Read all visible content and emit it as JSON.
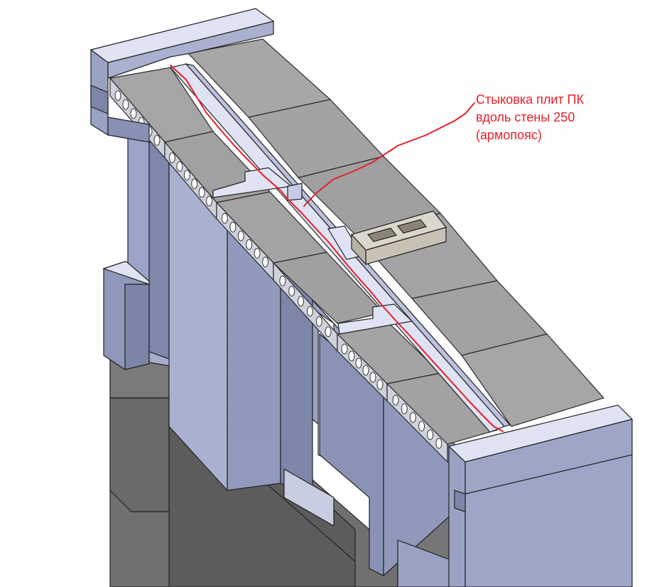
{
  "annotation": {
    "lines": [
      "Стыковка плит ПК",
      "вдоль стены 250",
      "(армопояс)"
    ],
    "color": "#e5202a"
  },
  "colors": {
    "wall": "#9aa2c4",
    "wall_dark": "#7d86a8",
    "wall_light": "#dfe3f3",
    "slab": "#a2a2a2",
    "slab_side": "#8e8e8e",
    "foundation": "#6d6d6d",
    "foundation_dark": "#555555",
    "block": "#d7d2c7",
    "annotation": "#e5202a"
  }
}
